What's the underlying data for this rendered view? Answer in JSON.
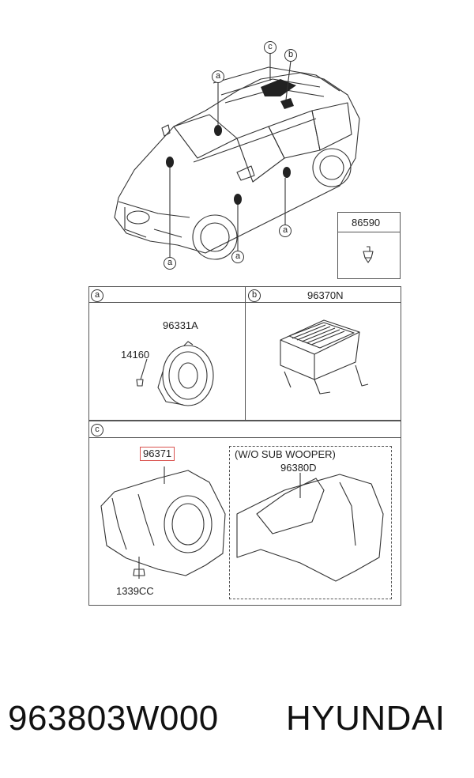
{
  "callouts": {
    "a": "a",
    "b": "b",
    "c": "c"
  },
  "parts": {
    "clip": "86590",
    "amplifier": "96370N",
    "speaker": "96331A",
    "screw": "14160",
    "subwoofer": "96371",
    "nut": "1339CC",
    "cover_note": "(W/O SUB WOOPER)",
    "cover": "96380D"
  },
  "footer": {
    "part_number": "963803W000",
    "brand": "HYUNDAI"
  },
  "colors": {
    "line": "#333333",
    "highlight": "#d9534f"
  }
}
